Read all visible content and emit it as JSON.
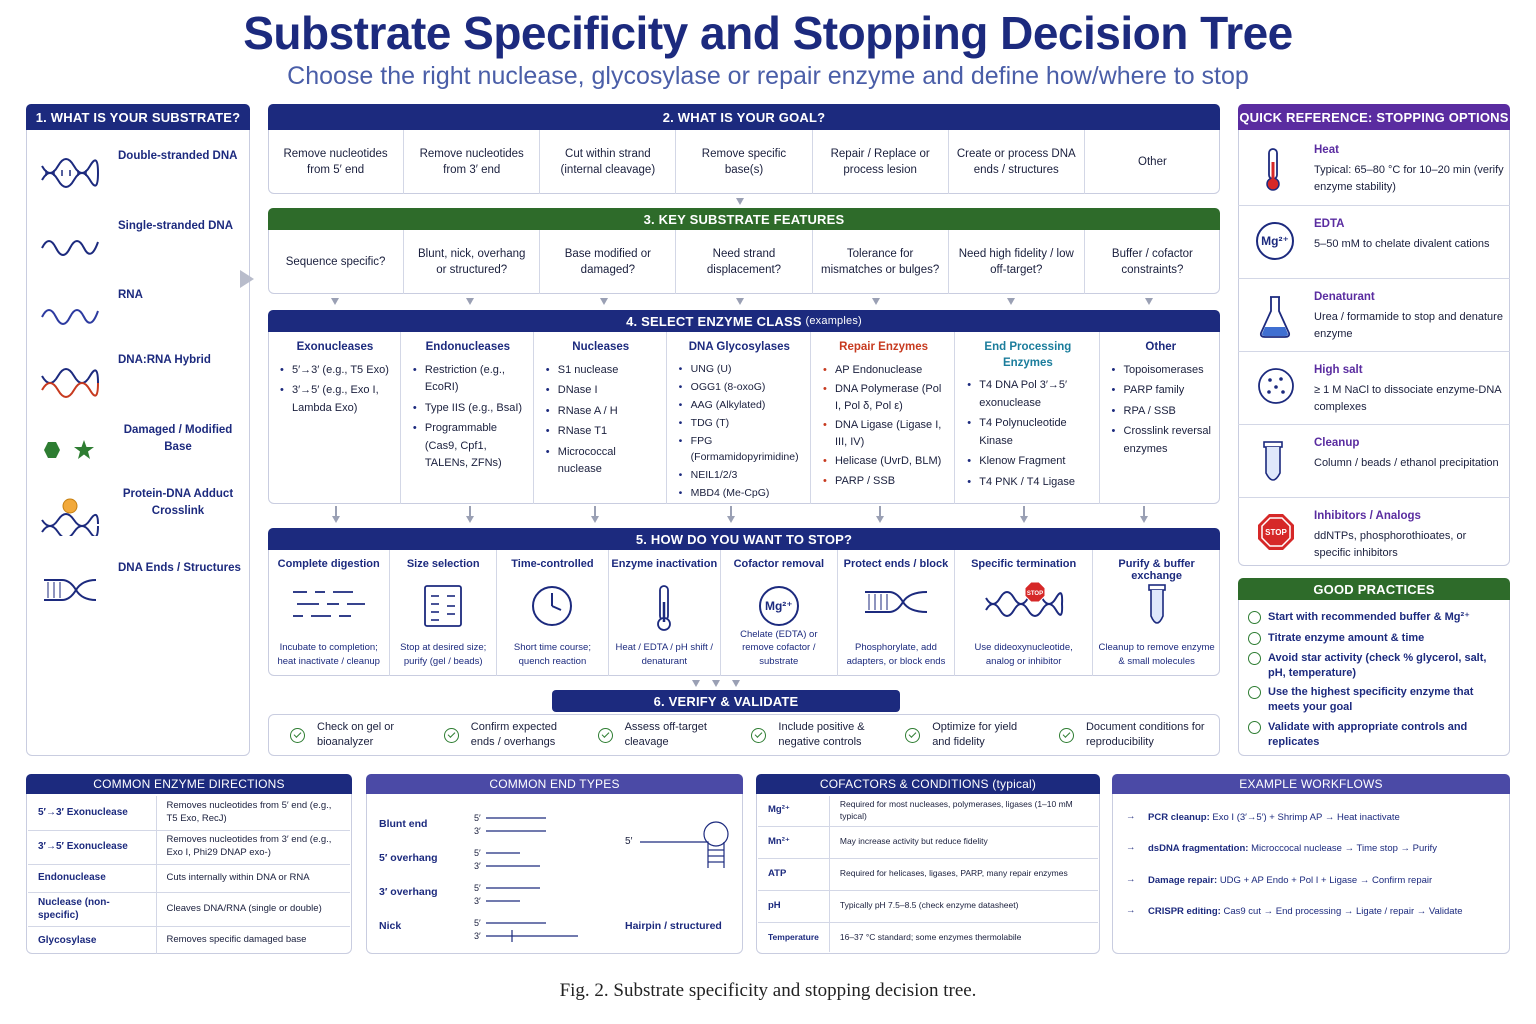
{
  "title": "Substrate Specificity and Stopping Decision Tree",
  "subtitle": "Choose the right nuclease, glycosylase or repair enzyme and define how/where to stop",
  "substrate": {
    "header": "1. WHAT IS YOUR SUBSTRATE?",
    "items": [
      "Double-stranded DNA",
      "Single-stranded DNA",
      "RNA",
      "DNA:RNA Hybrid",
      "Damaged / Modified Base",
      "Protein-DNA Adduct Crosslink",
      "DNA Ends / Structures"
    ]
  },
  "goal": {
    "header": "2. WHAT IS YOUR GOAL?",
    "items": [
      "Remove nucleotides from 5′ end",
      "Remove nucleotides from 3′ end",
      "Cut within strand (internal cleavage)",
      "Remove specific base(s)",
      "Repair / Replace or process lesion",
      "Create or process DNA ends / structures",
      "Other"
    ]
  },
  "features": {
    "header": "3. KEY SUBSTRATE FEATURES",
    "items": [
      "Sequence specific?",
      "Blunt, nick, overhang or structured?",
      "Base modified or damaged?",
      "Need strand displacement?",
      "Tolerance for mismatches or bulges?",
      "Need high fidelity / low off-target?",
      "Buffer / cofactor constraints?"
    ]
  },
  "enzyme": {
    "header": "4. SELECT ENZYME CLASS",
    "header_note": "(examples)",
    "classes": [
      {
        "name": "Exonucleases",
        "items": [
          "5′→3′ (e.g., T5 Exo)",
          "3′→5′ (e.g., Exo I, Lambda Exo)"
        ]
      },
      {
        "name": "Endonucleases",
        "items": [
          "Restriction (e.g., EcoRI)",
          "Type IIS (e.g., BsaI)",
          "Programmable (Cas9, Cpf1, TALENs, ZFNs)"
        ]
      },
      {
        "name": "Nucleases",
        "items": [
          "S1 nuclease",
          "DNase I",
          "RNase A / H",
          "RNase T1",
          "Micrococcal nuclease"
        ]
      },
      {
        "name": "DNA Glycosylases",
        "items": [
          "UNG (U)",
          "OGG1 (8-oxoG)",
          "AAG (Alkylated)",
          "TDG (T)",
          "FPG (Formamidopyrimidine)",
          "NEIL1/2/3",
          "MBD4 (Me-CpG)"
        ]
      },
      {
        "name": "Repair Enzymes",
        "items": [
          "AP Endonuclease",
          "DNA Polymerase (Pol I, Pol δ, Pol ε)",
          "DNA Ligase (Ligase I, III, IV)",
          "Helicase (UvrD, BLM)",
          "PARP / SSB"
        ]
      },
      {
        "name": "End Processing Enzymes",
        "items": [
          "T4 DNA Pol 3′→5′ exonuclease",
          "T4 Polynucleotide Kinase",
          "Klenow Fragment",
          "T4 PNK / T4 Ligase"
        ]
      },
      {
        "name": "Other",
        "items": [
          "Topoisomerases",
          "PARP family",
          "RPA / SSB",
          "Crosslink reversal enzymes"
        ]
      }
    ]
  },
  "stop": {
    "header": "5. HOW DO YOU WANT TO STOP?",
    "items": [
      {
        "name": "Complete digestion",
        "desc": "Incubate to completion; heat inactivate / cleanup"
      },
      {
        "name": "Size selection",
        "desc": "Stop at desired size; purify (gel / beads)"
      },
      {
        "name": "Time-controlled",
        "desc": "Short time course; quench reaction"
      },
      {
        "name": "Enzyme inactivation",
        "desc": "Heat / EDTA / pH shift / denaturant"
      },
      {
        "name": "Cofactor removal",
        "desc": "Chelate (EDTA) or remove cofactor / substrate"
      },
      {
        "name": "Protect ends / block",
        "desc": "Phosphorylate, add adapters, or block ends"
      },
      {
        "name": "Specific termination",
        "desc": "Use dideoxynucleotide, analog or inhibitor"
      },
      {
        "name": "Purify & buffer exchange",
        "desc": "Cleanup to remove enzyme & small molecules"
      }
    ],
    "mg_label": "Mg²⁺",
    "stop_sign": "STOP"
  },
  "verify": {
    "header": "6. VERIFY & VALIDATE",
    "items": [
      "Check on gel or bioanalyzer",
      "Confirm expected ends / overhangs",
      "Assess off-target cleavage",
      "Include positive & negative controls",
      "Optimize for yield and fidelity",
      "Document conditions for reproducibility"
    ]
  },
  "quick_ref": {
    "header": "QUICK REFERENCE: STOPPING OPTIONS",
    "items": [
      {
        "name": "Heat",
        "desc": "Typical: 65–80 °C for 10–20 min (verify enzyme stability)"
      },
      {
        "name": "EDTA",
        "desc": "5–50 mM to chelate divalent cations"
      },
      {
        "name": "Denaturant",
        "desc": "Urea / formamide to stop and denature enzyme"
      },
      {
        "name": "High salt",
        "desc": "≥ 1 M NaCl to dissociate enzyme-DNA complexes"
      },
      {
        "name": "Cleanup",
        "desc": "Column / beads / ethanol precipitation"
      },
      {
        "name": "Inhibitors / Analogs",
        "desc": "ddNTPs, phosphorothioates, or specific inhibitors"
      }
    ],
    "mg_label": "Mg²⁺",
    "stop_sign": "STOP"
  },
  "good_practices": {
    "header": "GOOD PRACTICES",
    "items": [
      "Start with recommended buffer & Mg²⁺",
      "Titrate enzyme amount & time",
      "Avoid star activity (check % glycerol, salt, pH, temperature)",
      "Use the highest specificity enzyme that meets your goal",
      "Validate with appropriate controls and replicates"
    ]
  },
  "directions": {
    "header": "COMMON ENZYME DIRECTIONS",
    "rows": [
      {
        "k": "5′→3′ Exonuclease",
        "v": "Removes nucleotides from 5′ end (e.g., T5 Exo, RecJ)"
      },
      {
        "k": "3′→5′ Exonuclease",
        "v": "Removes nucleotides from 3′ end (e.g., Exo I, Phi29 DNAP exo-)"
      },
      {
        "k": "Endonuclease",
        "v": "Cuts internally within DNA or RNA"
      },
      {
        "k": "Nuclease (non-specific)",
        "v": "Cleaves DNA/RNA (single or double)"
      },
      {
        "k": "Glycosylase",
        "v": "Removes specific damaged base"
      }
    ]
  },
  "end_types": {
    "header": "COMMON END TYPES",
    "items": [
      "Blunt end",
      "5′ overhang",
      "3′ overhang",
      "Nick",
      "Hairpin / structured"
    ],
    "p5": "5′",
    "p3": "3′"
  },
  "cofactors": {
    "header": "COFACTORS & CONDITIONS (typical)",
    "rows": [
      {
        "k": "Mg²⁺",
        "v": "Required for most nucleases, polymerases, ligases (1–10 mM typical)"
      },
      {
        "k": "Mn²⁺",
        "v": "May increase activity but reduce fidelity"
      },
      {
        "k": "ATP",
        "v": "Required for helicases, ligases, PARP, many repair enzymes"
      },
      {
        "k": "pH",
        "v": "Typically pH 7.5–8.5 (check enzyme datasheet)"
      },
      {
        "k": "Temperature",
        "v": "16–37 °C standard; some enzymes thermolabile"
      }
    ]
  },
  "workflows": {
    "header": "EXAMPLE WORKFLOWS",
    "rows": [
      {
        "k": "PCR cleanup:",
        "v": "Exo I (3′→5′) + Shrimp AP → Heat inactivate"
      },
      {
        "k": "dsDNA fragmentation:",
        "v": "Microccocal nuclease → Time stop → Purify"
      },
      {
        "k": "Damage repair:",
        "v": "UDG + AP Endo + Pol I + Ligase → Confirm repair"
      },
      {
        "k": "CRISPR editing:",
        "v": "Cas9 cut → End processing → Ligate / repair → Validate"
      }
    ]
  },
  "caption": "Fig. 2.  Substrate specificity and stopping decision tree.",
  "colors": {
    "navy": "#1c2a7e",
    "green": "#2e6b2a",
    "purple": "#5a2ca0"
  }
}
